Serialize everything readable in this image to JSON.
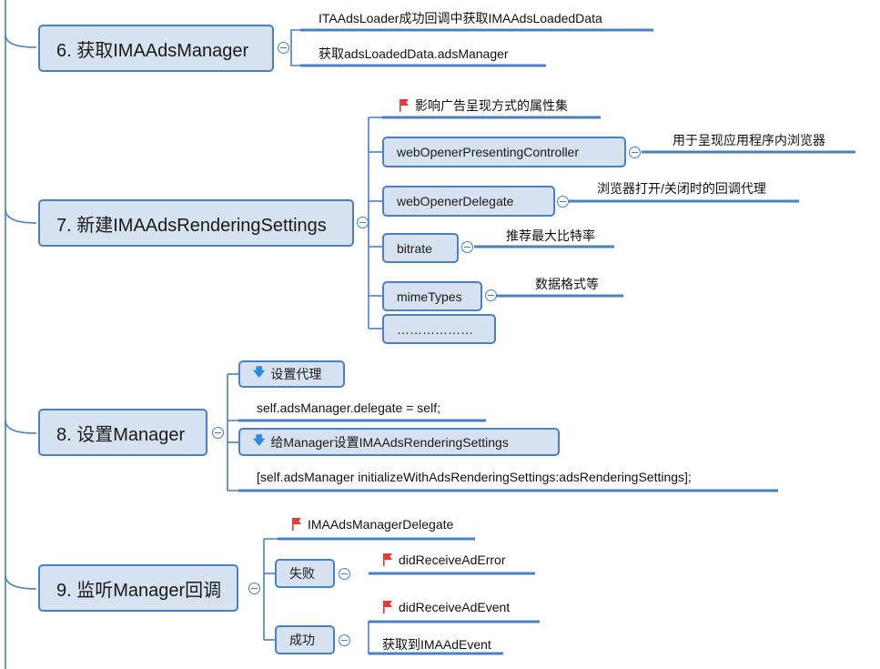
{
  "nodes": {
    "n6": {
      "label": "6. 获取IMAAdsManager",
      "children": [
        "ITAAdsLoader成功回调中获取IMAAdsLoadedData",
        "获取adsLoadedData.adsManager"
      ]
    },
    "n7": {
      "label": "7. 新建IMAAdsRenderingSettings",
      "header": "影响广告呈现方式的属性集",
      "props": [
        {
          "name": "webOpenerPresentingController",
          "desc": "用于呈现应用程序内浏览器"
        },
        {
          "name": "webOpenerDelegate",
          "desc": "浏览器打开/关闭时的回调代理"
        },
        {
          "name": "bitrate",
          "desc": "推荐最大比特率"
        },
        {
          "name": "mimeTypes",
          "desc": "数据格式等"
        },
        {
          "name": "………………",
          "desc": ""
        }
      ]
    },
    "n8": {
      "label": "8. 设置Manager",
      "step1": "设置代理",
      "code1": "self.adsManager.delegate = self;",
      "step2": "给Manager设置IMAAdsRenderingSettings",
      "code2": "[self.adsManager initializeWithAdsRenderingSettings:adsRenderingSettings];"
    },
    "n9": {
      "label": "9. 监听Manager回调",
      "delegate": "IMAAdsManagerDelegate",
      "fail": {
        "label": "失败",
        "item": "didReceiveAdError"
      },
      "success": {
        "label": "成功",
        "item": "didReceiveAdEvent",
        "item2": "获取到IMAAdEvent"
      }
    }
  },
  "colors": {
    "box_fill": "#d6e2f0",
    "border": "#4a7fc1",
    "flag": "#e53935",
    "arrow": "#2b8be0"
  }
}
